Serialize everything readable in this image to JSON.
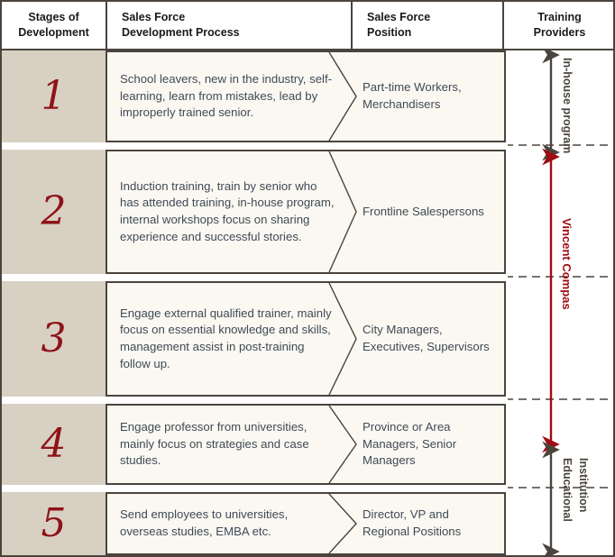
{
  "header": {
    "columns": [
      {
        "name": "stages-of-development",
        "line1": "Stages of",
        "line2": "Development"
      },
      {
        "name": "sales-force-development-process",
        "line1": "Sales Force",
        "line2": "Development Process"
      },
      {
        "name": "sales-force-position",
        "line1": "Sales Force",
        "line2": "Position"
      },
      {
        "name": "training-providers",
        "line1": "Training",
        "line2": "Providers"
      }
    ]
  },
  "rows": [
    {
      "stage": "1",
      "process": "School leavers, new in the industry, self-learning, learn from mistakes, lead by improperly trained senior.",
      "position": "Part-time Workers, Merchandisers"
    },
    {
      "stage": "2",
      "process": "Induction training, train by senior who has attended training, in-house program, internal workshops focus on sharing experience and successful stories.",
      "position": "Frontline Salespersons"
    },
    {
      "stage": "3",
      "process": "Engage external qualified trainer, mainly focus on essential knowledge and skills, management assist in post-training follow up.",
      "position": "City Managers, Executives, Supervisors"
    },
    {
      "stage": "4",
      "process": "Engage professor from universities, mainly focus on strategies and case studies.",
      "position": "Province or Area Managers, Senior Managers"
    },
    {
      "stage": "5",
      "process": "Send employees to universities, overseas studies, EMBA etc.",
      "position": "Director, VP and Regional Positions"
    }
  ],
  "training_providers": {
    "arrows": [
      {
        "name": "in-house-program",
        "label": "In-house program",
        "color": "#4a443c",
        "spans_stages": "1-2"
      },
      {
        "name": "vincent-compas",
        "label": "Vincent Compas",
        "color": "#9e0d12",
        "spans_stages": "2-4"
      },
      {
        "name": "educational-institution",
        "label_line1": "Educational",
        "label_line2": "Institution",
        "color": "#4a443c",
        "spans_stages": "4-5"
      }
    ]
  },
  "colors": {
    "border": "#4a443c",
    "stage_cell_bg": "#d8d0c3",
    "row_bg": "#fbf8f2",
    "stage_number": "#8e1318",
    "body_text": "#3f4a55",
    "accent_red": "#9e0d12"
  }
}
